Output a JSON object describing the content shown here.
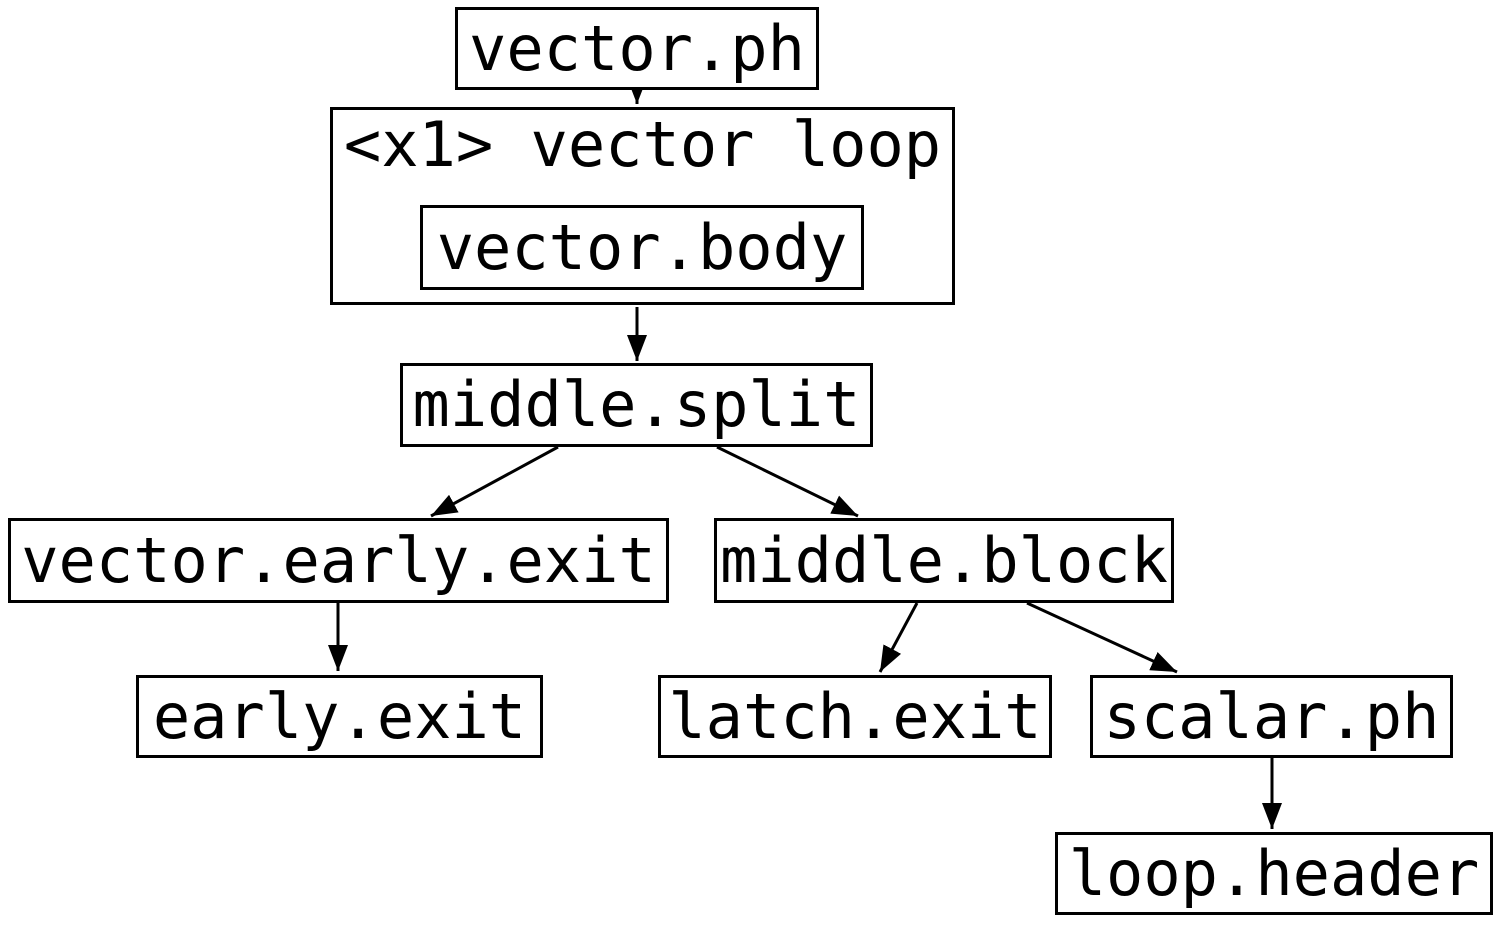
{
  "diagram": {
    "kind": "control-flow-graph",
    "colors": {
      "background": "#ffffff",
      "node_fill": "#ffffff",
      "stroke": "#000000",
      "text": "#000000"
    },
    "nodes": {
      "vector_ph": {
        "label": "vector.ph"
      },
      "vector_loop": {
        "label": "<x1> vector loop"
      },
      "vector_body": {
        "label": "vector.body"
      },
      "middle_split": {
        "label": "middle.split"
      },
      "vector_early_exit": {
        "label": "vector.early.exit"
      },
      "middle_block": {
        "label": "middle.block"
      },
      "early_exit": {
        "label": "early.exit"
      },
      "latch_exit": {
        "label": "latch.exit"
      },
      "scalar_ph": {
        "label": "scalar.ph"
      },
      "loop_header": {
        "label": "loop.header"
      }
    },
    "clusters": [
      {
        "id": "vector_loop",
        "label": "<x1> vector loop",
        "children": [
          "vector_body"
        ]
      }
    ],
    "edges": [
      {
        "from": "vector_ph",
        "to": "vector_loop"
      },
      {
        "from": "vector_loop",
        "to": "middle_split"
      },
      {
        "from": "middle_split",
        "to": "vector_early_exit"
      },
      {
        "from": "middle_split",
        "to": "middle_block"
      },
      {
        "from": "vector_early_exit",
        "to": "early_exit"
      },
      {
        "from": "middle_block",
        "to": "latch_exit"
      },
      {
        "from": "middle_block",
        "to": "scalar_ph"
      },
      {
        "from": "scalar_ph",
        "to": "loop_header"
      }
    ]
  }
}
